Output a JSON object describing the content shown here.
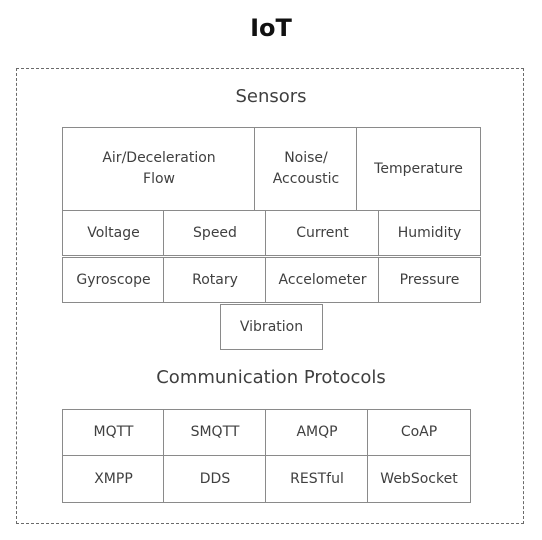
{
  "title": "IoT",
  "sensors": {
    "label": "Sensors",
    "row1": [
      "Air/Deceleration\nFlow",
      "Noise/\nAccoustic",
      "Temperature"
    ],
    "row2": [
      "Voltage",
      "Speed",
      "Current",
      "Humidity"
    ],
    "row3": [
      "Gyroscope",
      "Rotary",
      "Accelometer",
      "Pressure"
    ],
    "row4": [
      "Vibration"
    ]
  },
  "protocols": {
    "label": "Communication Protocols",
    "row1": [
      "MQTT",
      "SMQTT",
      "AMQP",
      "CoAP"
    ],
    "row2": [
      "XMPP",
      "DDS",
      "RESTful",
      "WebSocket"
    ]
  }
}
